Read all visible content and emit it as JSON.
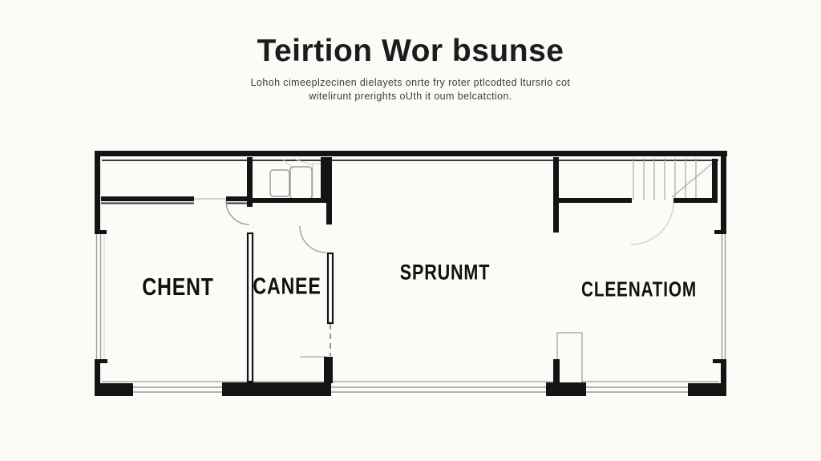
{
  "header": {
    "title": "Teirtion Wor bsunse",
    "subtitle_line1": "Lohoh cimeeplzecinen dielayets onrte fry roter ptlcodted ltursrio cot",
    "subtitle_line2": "witelirunt prerights oUth it oum belcatction."
  },
  "rooms": [
    {
      "label": "CHENT"
    },
    {
      "label": "CANEE"
    },
    {
      "label": "SPRUNMT"
    },
    {
      "label": "CLEENATIOM"
    }
  ],
  "plan_elements": [
    "staircase",
    "toilet-fixtures",
    "door-swing-arcs",
    "window-walls"
  ],
  "colors": {
    "background": "#fcfbf8",
    "wall": "#141414",
    "thin_line": "#9a9a9a",
    "light_line": "#c8c8c8",
    "label_text": "#111111",
    "title_text": "#1c1c1c",
    "subtitle_text": "#3c3c3c"
  }
}
